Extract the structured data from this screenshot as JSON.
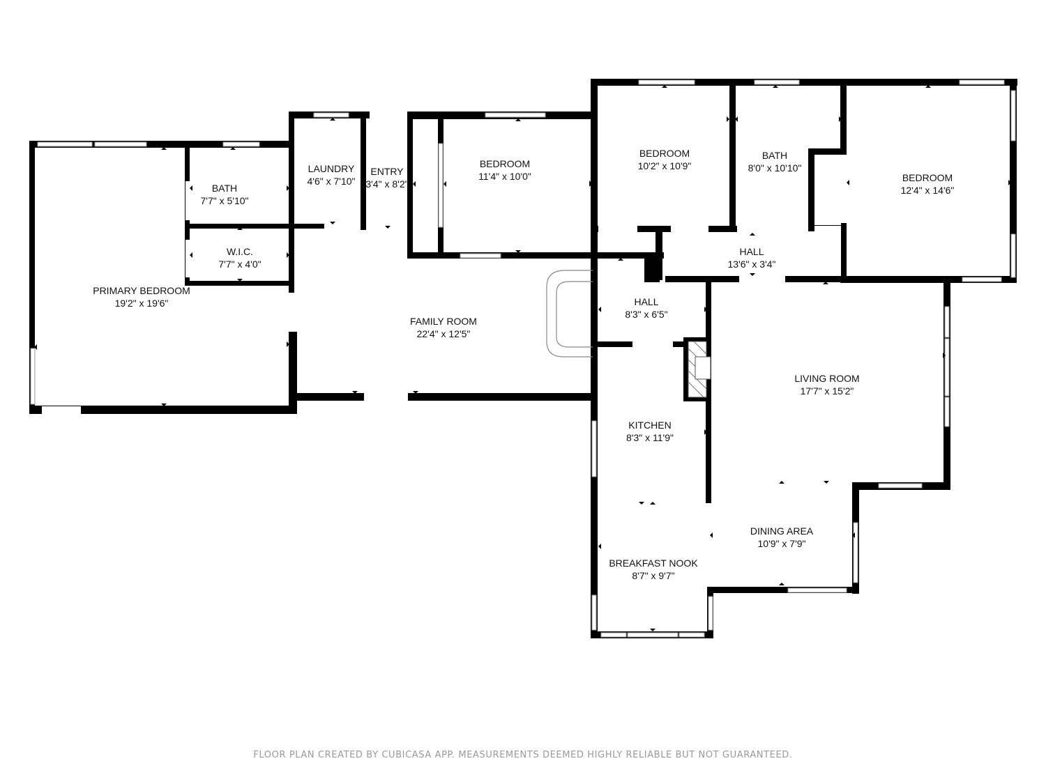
{
  "rooms": {
    "primary_bedroom": {
      "name": "PRIMARY BEDROOM",
      "dims": "19'2\" x 19'6\""
    },
    "bath_1": {
      "name": "BATH",
      "dims": "7'7\" x 5'10\""
    },
    "wic": {
      "name": "W.I.C.",
      "dims": "7'7\" x 4'0\""
    },
    "laundry": {
      "name": "LAUNDRY",
      "dims": "4'6\" x 7'10\""
    },
    "entry": {
      "name": "ENTRY",
      "dims": "3'4\" x 8'2\""
    },
    "bedroom_1": {
      "name": "BEDROOM",
      "dims": "11'4\" x 10'0\""
    },
    "bedroom_2": {
      "name": "BEDROOM",
      "dims": "10'2\" x 10'9\""
    },
    "bath_2": {
      "name": "BATH",
      "dims": "8'0\" x 10'10\""
    },
    "bedroom_3": {
      "name": "BEDROOM",
      "dims": "12'4\" x 14'6\""
    },
    "hall_1": {
      "name": "HALL",
      "dims": "13'6\" x 3'4\""
    },
    "hall_2": {
      "name": "HALL",
      "dims": "8'3\" x 6'5\""
    },
    "family_room": {
      "name": "FAMILY ROOM",
      "dims": "22'4\" x 12'5\""
    },
    "living_room": {
      "name": "LIVING ROOM",
      "dims": "17'7\" x 15'2\""
    },
    "kitchen": {
      "name": "KITCHEN",
      "dims": "8'3\" x 11'9\""
    },
    "dining_area": {
      "name": "DINING AREA",
      "dims": "10'9\" x 7'9\""
    },
    "breakfast_nook": {
      "name": "BREAKFAST NOOK",
      "dims": "8'7\" x 9'7\""
    }
  },
  "footer": "FLOOR PLAN CREATED BY CUBICASA APP. MEASUREMENTS DEEMED HIGHLY RELIABLE BUT NOT GUARANTEED.",
  "colors": {
    "wall": "#000000",
    "window": "#ffffff",
    "footer_text": "#9a9a9a"
  }
}
